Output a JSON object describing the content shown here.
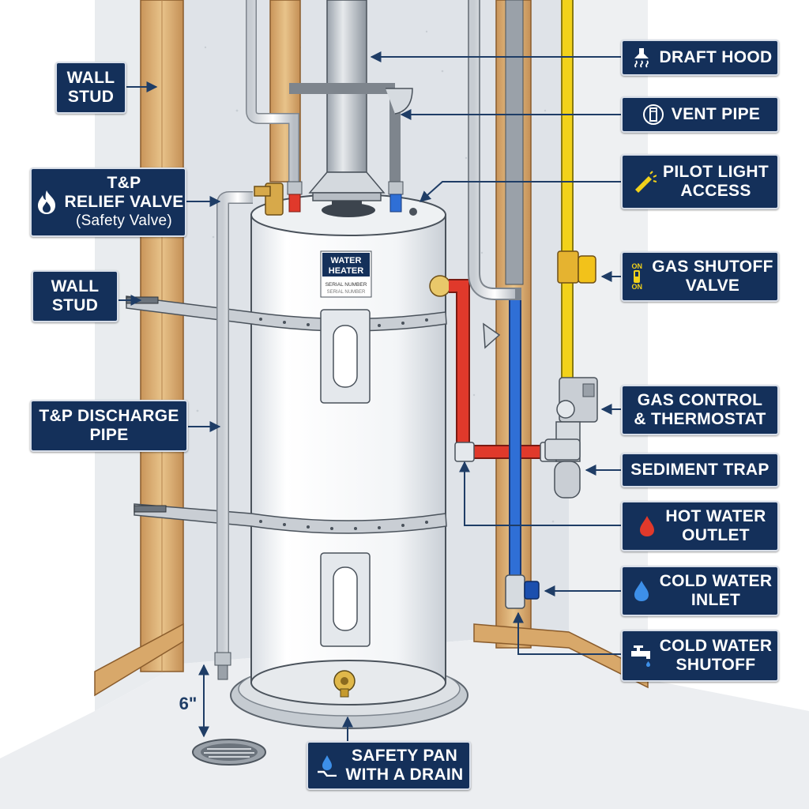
{
  "colors": {
    "label_bg": "#14305a",
    "label_border": "#d8dee8",
    "hot_pipe": "#e0392b",
    "cold_pipe": "#2f6fd6",
    "gas_pipe": "#f2d21a",
    "stud_wood": "#e2b877",
    "leader": "#1f3d66",
    "tank": "#f4f6f8"
  },
  "tank_plate": {
    "title_line1": "WATER",
    "title_line2": "HEATER",
    "serial_line1": "SERIAL NUMBER",
    "serial_line2": "SERIAL NUMBER"
  },
  "dimension": {
    "clearance": "6\""
  },
  "labels": {
    "wall_stud_top": {
      "line1": "WALL",
      "line2": "STUD"
    },
    "tp_relief_valve": {
      "line1": "T&P",
      "line2": "RELIEF VALVE",
      "line3": "(Safety Valve)",
      "icon": "flame-icon"
    },
    "wall_stud_mid": {
      "line1": "WALL",
      "line2": "STUD"
    },
    "tp_discharge_pipe": {
      "line1": "T&P DISCHARGE",
      "line2": "PIPE"
    },
    "draft_hood": {
      "line1": "DRAFT HOOD",
      "icon": "draft-hood-icon"
    },
    "vent_pipe": {
      "line1": "VENT PIPE",
      "icon": "vent-pipe-icon"
    },
    "pilot_light_access": {
      "line1": "PILOT LIGHT",
      "line2": "ACCESS",
      "icon": "flashlight-icon"
    },
    "gas_shutoff_valve": {
      "line1": "GAS SHUTOFF",
      "line2": "VALVE",
      "icon": "on-off-switch-icon",
      "switch_top": "ON",
      "switch_bottom": "ON"
    },
    "gas_control_thermostat": {
      "line1": "GAS CONTROL",
      "line2": "& THERMOSTAT"
    },
    "sediment_trap": {
      "line1": "SEDIMENT TRAP"
    },
    "hot_water_outlet": {
      "line1": "HOT WATER",
      "line2": "OUTLET",
      "icon": "red-droplet-icon"
    },
    "cold_water_inlet": {
      "line1": "COLD WATER",
      "line2": "INLET",
      "icon": "blue-droplet-icon"
    },
    "cold_water_shutoff": {
      "line1": "COLD WATER",
      "line2": "SHUTOFF",
      "icon": "faucet-icon"
    },
    "safety_pan": {
      "line1": "SAFETY PAN",
      "line2": "WITH A DRAIN",
      "icon": "drain-droplet-icon"
    }
  }
}
